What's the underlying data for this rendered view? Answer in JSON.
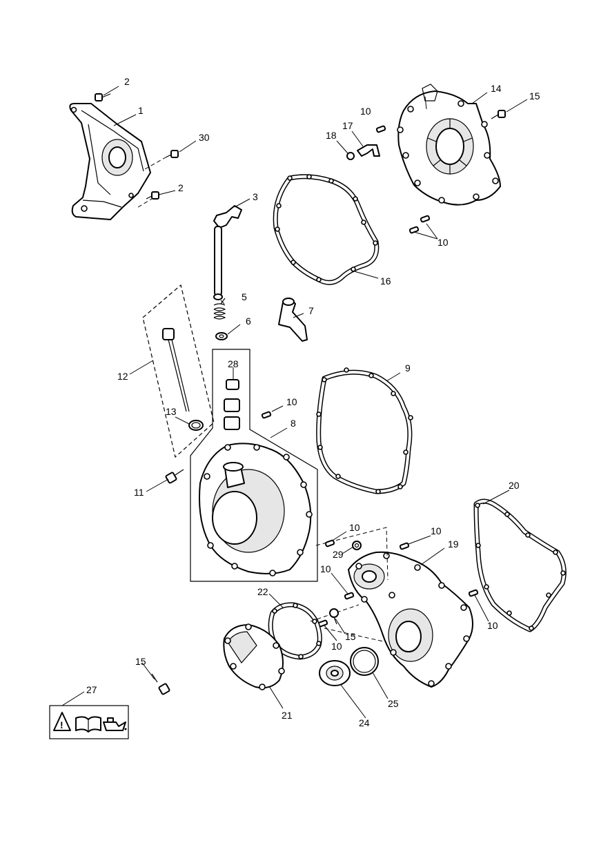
{
  "callouts": [
    {
      "id": "c1",
      "text": "1"
    },
    {
      "id": "c2a",
      "text": "2"
    },
    {
      "id": "c2b",
      "text": "2"
    },
    {
      "id": "c3",
      "text": "3"
    },
    {
      "id": "c5",
      "text": "5"
    },
    {
      "id": "c6",
      "text": "6"
    },
    {
      "id": "c7",
      "text": "7"
    },
    {
      "id": "c8",
      "text": "8"
    },
    {
      "id": "c9",
      "text": "9"
    },
    {
      "id": "c10a",
      "text": "10"
    },
    {
      "id": "c10b",
      "text": "10"
    },
    {
      "id": "c10c",
      "text": "10"
    },
    {
      "id": "c10d",
      "text": "10"
    },
    {
      "id": "c10e",
      "text": "10"
    },
    {
      "id": "c10f",
      "text": "10"
    },
    {
      "id": "c10g",
      "text": "10"
    },
    {
      "id": "c10h",
      "text": "10"
    },
    {
      "id": "c11",
      "text": "11"
    },
    {
      "id": "c12",
      "text": "12"
    },
    {
      "id": "c13",
      "text": "13"
    },
    {
      "id": "c14",
      "text": "14"
    },
    {
      "id": "c15a",
      "text": "15"
    },
    {
      "id": "c15b",
      "text": "15"
    },
    {
      "id": "c15c",
      "text": "15"
    },
    {
      "id": "c16",
      "text": "16"
    },
    {
      "id": "c17",
      "text": "17"
    },
    {
      "id": "c18",
      "text": "18"
    },
    {
      "id": "c19",
      "text": "19"
    },
    {
      "id": "c20",
      "text": "20"
    },
    {
      "id": "c21",
      "text": "21"
    },
    {
      "id": "c22",
      "text": "22"
    },
    {
      "id": "c24",
      "text": "24"
    },
    {
      "id": "c25",
      "text": "25"
    },
    {
      "id": "c27",
      "text": "27"
    },
    {
      "id": "c28",
      "text": "28"
    },
    {
      "id": "c29",
      "text": "29"
    },
    {
      "id": "c30",
      "text": "30"
    }
  ],
  "symbols": [
    "warning-triangle-icon",
    "manual-book-icon",
    "oil-can-icon"
  ]
}
